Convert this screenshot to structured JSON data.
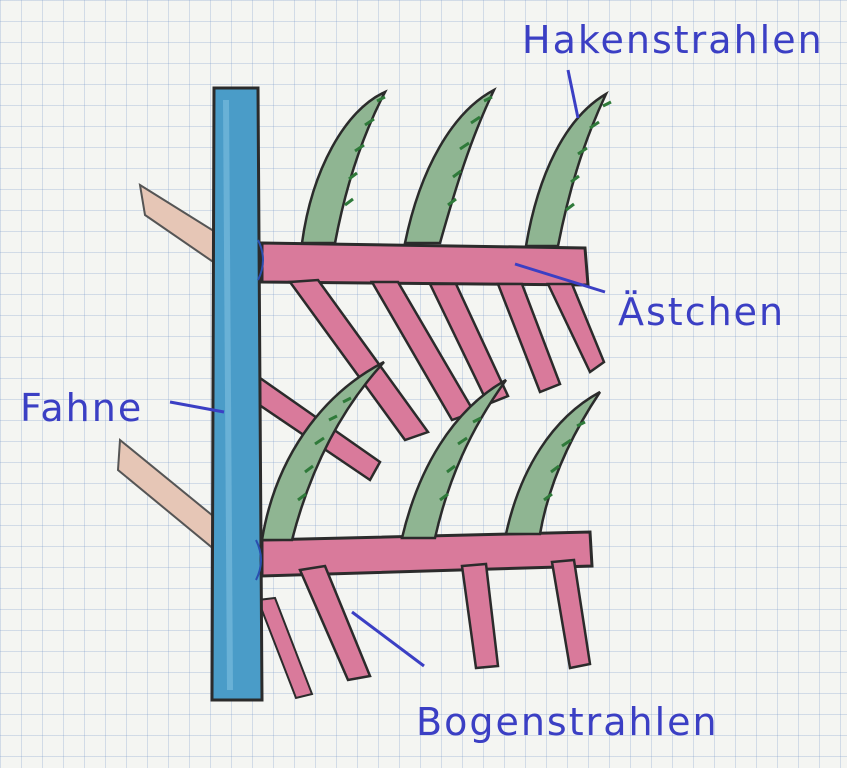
{
  "labels": {
    "hakenstrahlen": "Hakenstrahlen",
    "aestchen": "Ästchen",
    "fahne": "Fahne",
    "bogenstrahlen": "Bogenstrahlen"
  },
  "colors": {
    "ink": "#3b3fc4",
    "shaft": "#4a9cc8",
    "barb": "#d97a9b",
    "hook": "#7faa82",
    "outline": "#2b2b2b",
    "paper": "#f4f5f2",
    "grid": "#9db4d6"
  }
}
